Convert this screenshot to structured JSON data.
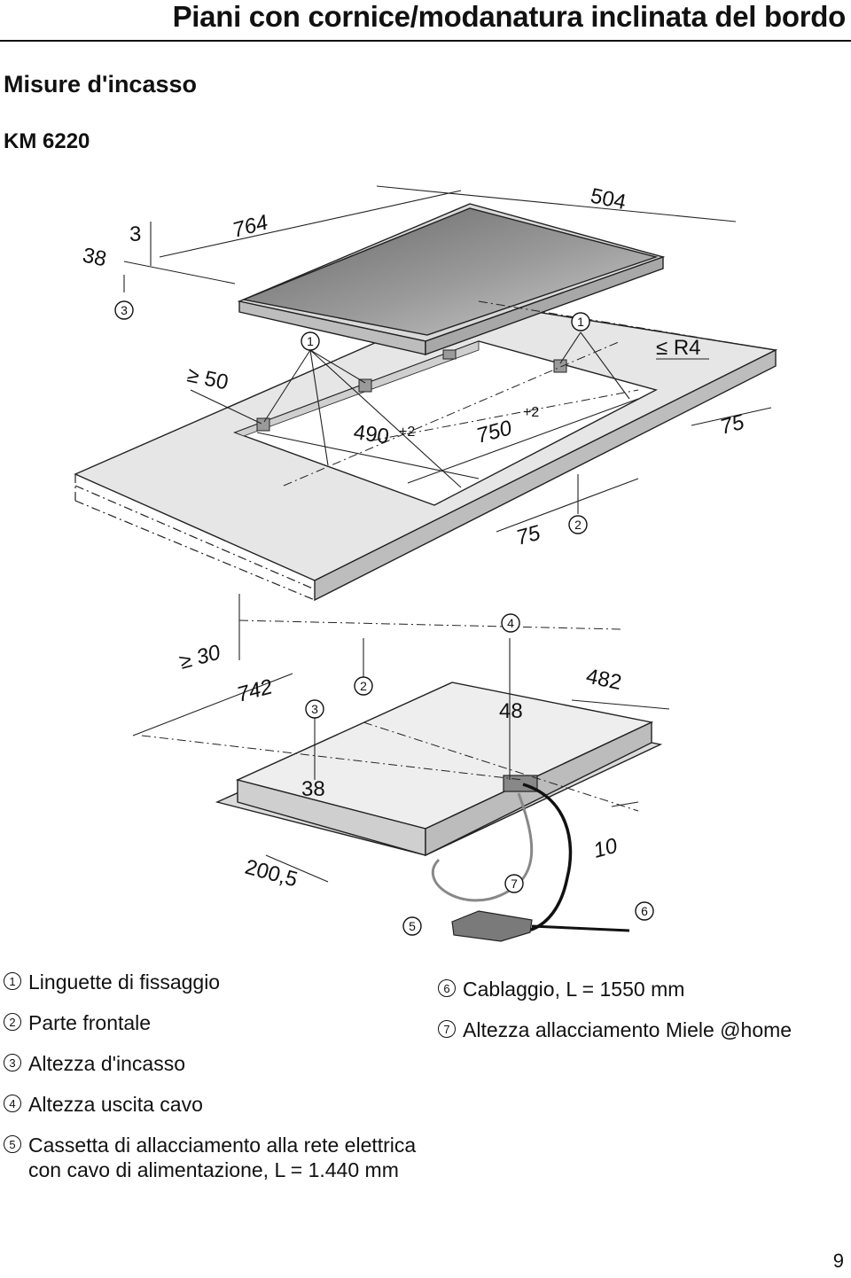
{
  "header": {
    "title": "Piani con cornice/modanatura inclinata del bordo"
  },
  "section": {
    "title": "Misure d'incasso",
    "model": "KM 6220"
  },
  "dims_top": {
    "d504": "504",
    "d764": "764",
    "d38": "38",
    "d3": "3",
    "ge50": "≥ 50",
    "le_r4": "≤ R4",
    "d490": "490",
    "tol490": "+2",
    "d750": "750",
    "tol750": "+2",
    "d75a": "75",
    "d75b": "75"
  },
  "dims_bottom": {
    "ge30": "≥ 30",
    "d742": "742",
    "d482": "482",
    "d48": "48",
    "d38": "38",
    "d200": "200,5",
    "d10": "10"
  },
  "callouts": [
    "1",
    "2",
    "3",
    "4",
    "5",
    "6",
    "7"
  ],
  "legend": {
    "left": [
      {
        "num": "1",
        "text": "Linguette di fissaggio"
      },
      {
        "num": "2",
        "text": "Parte frontale"
      },
      {
        "num": "3",
        "text": "Altezza d'incasso"
      },
      {
        "num": "4",
        "text": "Altezza uscita cavo"
      },
      {
        "num": "5",
        "text": "Cassetta di allacciamento alla rete elettrica con cavo di alimentazione, L = 1.440 mm"
      }
    ],
    "right": [
      {
        "num": "6",
        "text": "Cablaggio, L = 1550 mm"
      },
      {
        "num": "7",
        "text": "Altezza allacciamento Miele @home"
      }
    ]
  },
  "page": {
    "number": "9"
  }
}
